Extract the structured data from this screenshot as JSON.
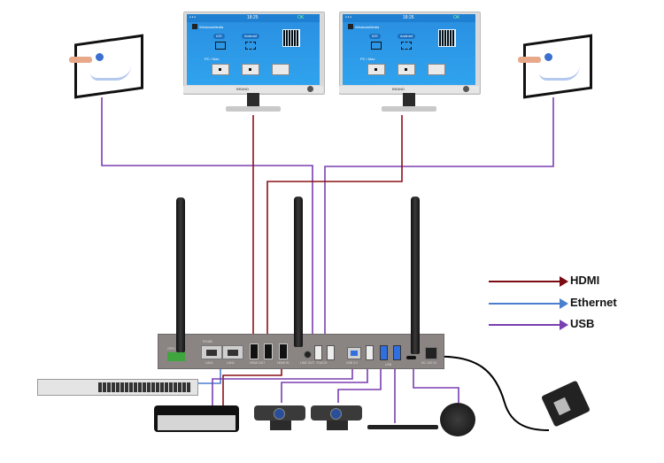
{
  "diagram": {
    "title": "",
    "legend": [
      {
        "label": "HDMI",
        "color": "#7a0c12"
      },
      {
        "label": "Ethernet",
        "color": "#4a7fd0"
      },
      {
        "label": "USB",
        "color": "#7a3fb0"
      }
    ]
  },
  "monitors": [
    {
      "time": "18:25",
      "status": "OK",
      "app_label": "WindowsMedia",
      "options": [
        "iOS",
        "Android"
      ],
      "section": "PC / Mac",
      "chin_label": "BRAND"
    },
    {
      "time": "18:26",
      "status": "OK",
      "app_label": "WindowsMedia",
      "options": [
        "iOS",
        "Android"
      ],
      "section": "PC / Mac",
      "chin_label": "BRAND"
    }
  ],
  "device": {
    "port_labels": {
      "gpio": "GPIO",
      "lan_group": "RS485",
      "lan1": "LAN1",
      "lan2": "LAN2",
      "hdmi_out": "HDMI OUT",
      "hdmi_in": "HDMI IN",
      "line_out": "LINE OUT",
      "usb_touch": "TOUCH",
      "usb_b": "USB 3.0",
      "usb_group": "USB",
      "dc_in": "DC 12V IN"
    }
  },
  "peripherals": [
    {
      "name": "Touch panel (left)"
    },
    {
      "name": "Touch panel (right)"
    },
    {
      "name": "Network switch"
    },
    {
      "name": "Mini PC"
    },
    {
      "name": "Camera 1"
    },
    {
      "name": "Camera 2"
    },
    {
      "name": "Soundbar"
    },
    {
      "name": "Speakerphone"
    },
    {
      "name": "Power adapter"
    }
  ]
}
